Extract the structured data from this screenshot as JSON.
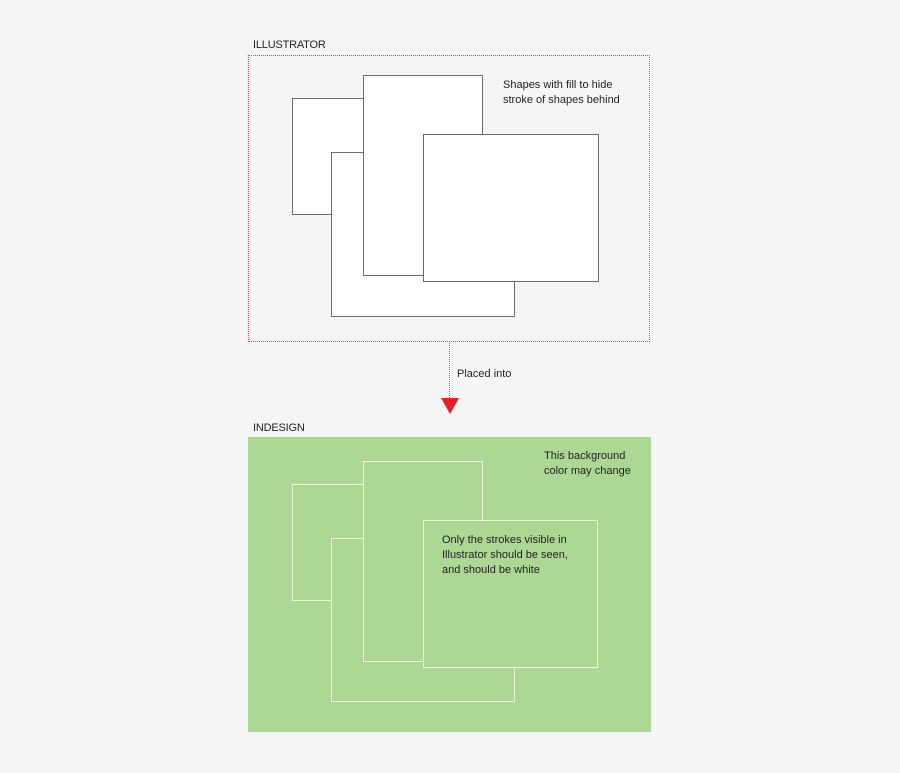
{
  "illustrator": {
    "label": "ILLUSTRATOR",
    "note_line1": "Shapes with fill to hide",
    "note_line2": "stroke of shapes behind",
    "frame_color": "#e8414d",
    "shape_fill": "#ffffff",
    "shape_stroke": "#6d6e70"
  },
  "connector": {
    "label": "Placed into",
    "arrow_color": "#ed1c24"
  },
  "indesign": {
    "label": "INDESIGN",
    "background_color": "#add795",
    "note_line1": "This background",
    "note_line2": "color may change",
    "inner_note_line1": "Only the strokes visible in",
    "inner_note_line2": "Illustrator should be seen,",
    "inner_note_line3": "and should be white"
  }
}
